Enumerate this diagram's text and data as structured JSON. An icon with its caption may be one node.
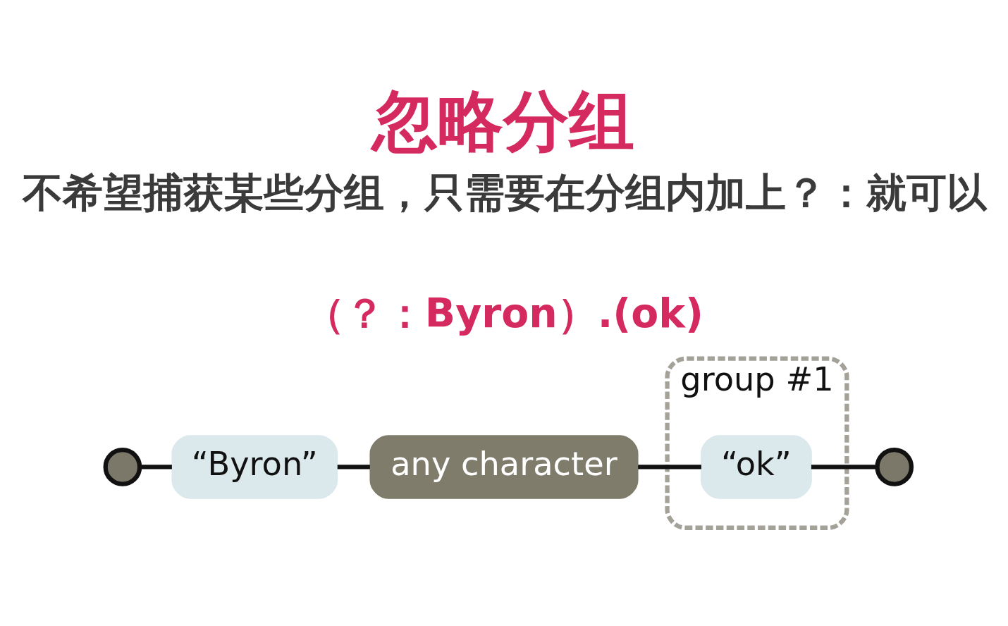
{
  "diagram": {
    "title": "忽略分组",
    "nodes": [
      {
        "text": [],
        "shape": "circle"
      },
      {
        "text": [
          "“Byron”"
        ]
      },
      {
        "text": [
          "any character"
        ]
      },
      {
        "text": [
          "group #1"
        ]
      },
      {
        "text": [
          "“ok”"
        ],
        "in": 3
      },
      {
        "text": [],
        "shape": "circle"
      }
    ],
    "edges": [
      {
        "from": 0,
        "to": 1,
        "arrow": "none"
      },
      {
        "from": 1,
        "to": 2,
        "arrow": "none"
      },
      {
        "from": 2,
        "to": 4,
        "arrow": "none"
      },
      {
        "from": 4,
        "to": 5,
        "arrow": "none"
      }
    ],
    "labels": [
      "不希望捕获某些分组，只需要在分组内加上？：就可以",
      "（？：Byron）.(ok)"
    ]
  }
}
